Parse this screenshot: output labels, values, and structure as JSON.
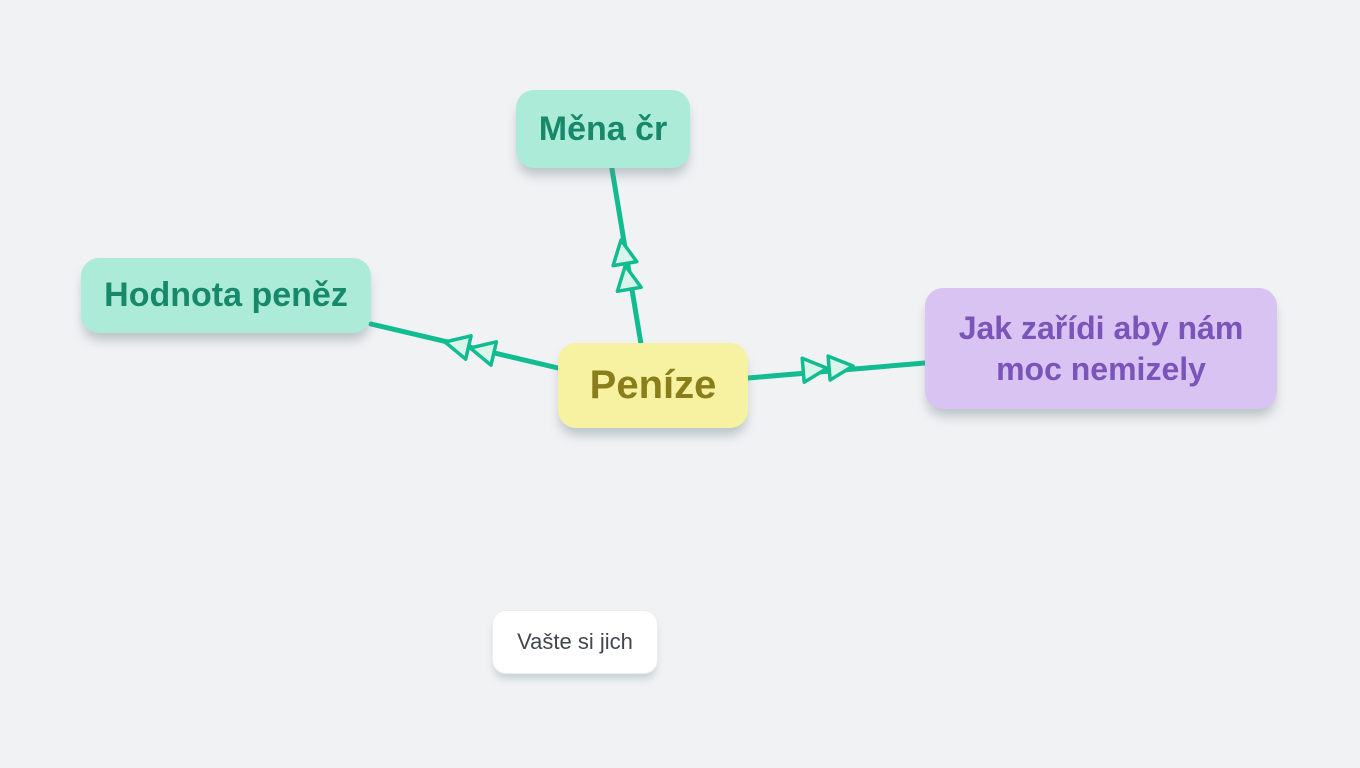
{
  "app": {
    "type": "mindmap-canvas",
    "background_color": "#f1f2f4",
    "connector_color": "#11bd90",
    "connector_arrow_style": "double-chevron"
  },
  "nodes": [
    {
      "id": "mena-cr",
      "label": "Měna čr",
      "fill": "#abebd8",
      "text_color": "#17886a",
      "role": "child"
    },
    {
      "id": "hodnota-penez",
      "label": "Hodnota peněz",
      "fill": "#abebd8",
      "text_color": "#17886a",
      "role": "child"
    },
    {
      "id": "penize",
      "label": "Peníze",
      "fill": "#f7f2a2",
      "text_color": "#8a7e1b",
      "role": "root"
    },
    {
      "id": "jak-zaridi",
      "label": "Jak zařídi aby nám moc nemizely",
      "fill": "#d9c3f3",
      "text_color": "#7a54b8",
      "role": "child"
    },
    {
      "id": "vaste-si-jich",
      "label": "Vašte si jich",
      "fill": "#ffffff",
      "text_color": "#41474c",
      "role": "unconnected"
    }
  ],
  "edges": [
    {
      "from": "penize",
      "to": "mena-cr",
      "arrow_points_to": "mena-cr"
    },
    {
      "from": "penize",
      "to": "hodnota-penez",
      "arrow_points_to": "hodnota-penez"
    },
    {
      "from": "penize",
      "to": "jak-zaridi",
      "arrow_points_to": "jak-zaridi"
    }
  ]
}
